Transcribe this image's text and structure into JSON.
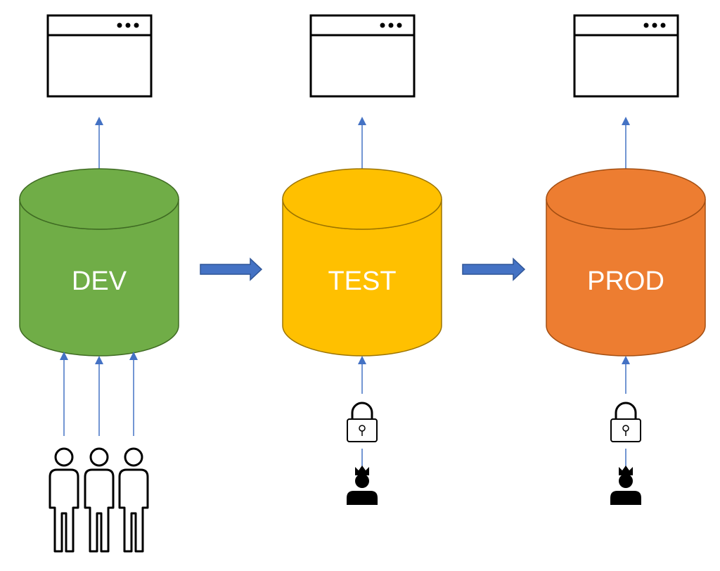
{
  "environments": [
    {
      "label": "DEV",
      "color": "#70AD47",
      "stroke": "#3F6B23",
      "users": "team-of-three",
      "gate": "none"
    },
    {
      "label": "TEST",
      "color": "#FFC000",
      "stroke": "#9C7400",
      "users": "single-admin",
      "gate": "padlock"
    },
    {
      "label": "PROD",
      "color": "#ED7D31",
      "stroke": "#A34E12",
      "users": "single-admin",
      "gate": "padlock"
    }
  ],
  "flow": {
    "promotion_arrow_color": "#4472C4",
    "connector_color": "#4472C4"
  },
  "icons": [
    "browser-window-icon",
    "database-cylinder-icon",
    "promotion-arrow-icon",
    "padlock-icon",
    "person-icon",
    "admin-crown-icon"
  ]
}
